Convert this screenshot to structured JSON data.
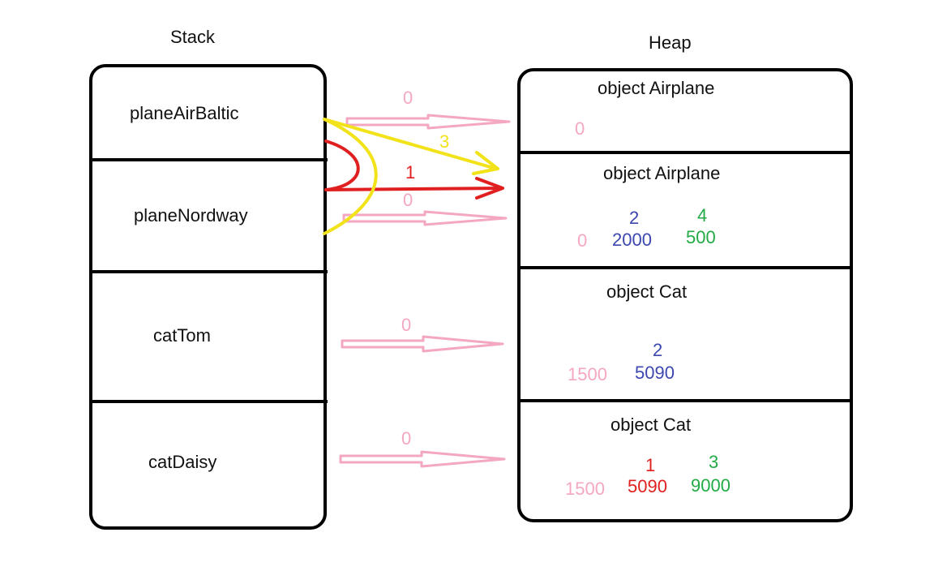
{
  "stack": {
    "title": "Stack",
    "vars": [
      "planeAirBaltic",
      "planeNordway",
      "catTom",
      "catDaisy"
    ]
  },
  "heap": {
    "title": "Heap",
    "objects": [
      {
        "name": "object Airplane",
        "values": {
          "pink": "0"
        }
      },
      {
        "name": "object Airplane",
        "values": {
          "pink": "0",
          "blue_step": "2",
          "blue": "2000",
          "green_step": "4",
          "green": "500"
        }
      },
      {
        "name": "object Cat",
        "values": {
          "pink": "1500",
          "blue_step": "2",
          "blue": "5090"
        }
      },
      {
        "name": "object Cat",
        "values": {
          "pink": "1500",
          "red_step": "1",
          "red": "5090",
          "green_step": "3",
          "green": "9000"
        }
      }
    ]
  },
  "arrows": {
    "air_baltic_0": "0",
    "nordway_0": "0",
    "cat_tom_0": "0",
    "cat_daisy_0": "0",
    "yellow_3": "3",
    "red_1": "1"
  },
  "colors": {
    "pink": "#f4a7c0",
    "blue": "#3c47b0",
    "green": "#22aa44",
    "red": "#e02020",
    "yellow": "#f2e21a"
  }
}
